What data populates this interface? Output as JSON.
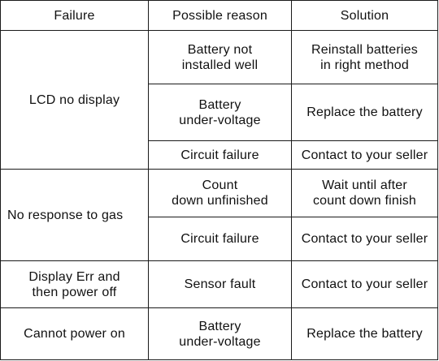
{
  "header": {
    "failure": "Failure",
    "reason": "Possible reason",
    "solution": "Solution"
  },
  "groups": [
    {
      "failure": "LCD no display",
      "rows": [
        {
          "reason": "Battery not\ninstalled well",
          "solution": "Reinstall batteries\nin right method"
        },
        {
          "reason": "Battery\nunder-voltage",
          "solution": "Replace the battery"
        },
        {
          "reason": "Circuit failure",
          "solution": "Contact to your seller"
        }
      ]
    },
    {
      "failure": "No response to gas",
      "rows": [
        {
          "reason": "Count\ndown unfinished",
          "solution": "Wait until after\ncount down finish"
        },
        {
          "reason": "Circuit failure",
          "solution": "Contact to your seller"
        }
      ]
    },
    {
      "failure": "Display Err and\nthen power off",
      "rows": [
        {
          "reason": "Sensor fault",
          "solution": "Contact to your seller"
        }
      ]
    },
    {
      "failure": "Cannot power on",
      "rows": [
        {
          "reason": "Battery\nunder-voltage",
          "solution": "Replace the battery"
        }
      ]
    }
  ]
}
